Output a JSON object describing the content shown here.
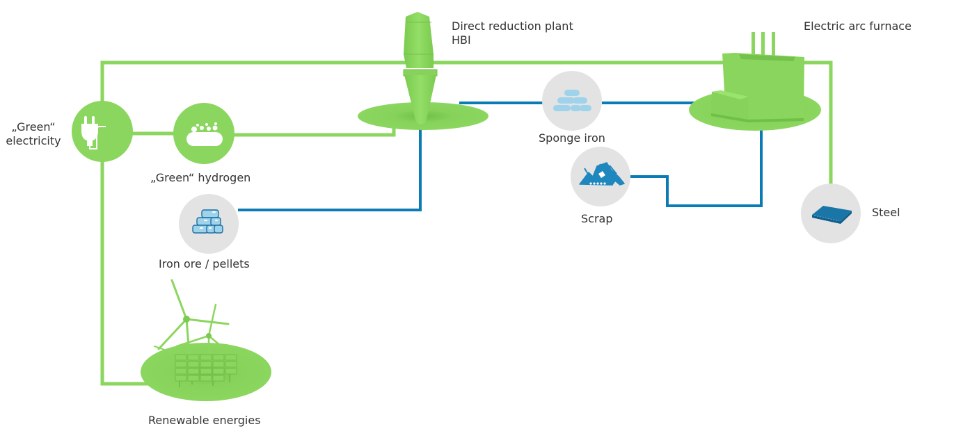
{
  "diagram": {
    "title": "Green hydrogen steelmaking process",
    "colors": {
      "green": "#8bd65e",
      "green_dark": "#6fbf48",
      "blue": "#0a7bb5",
      "grey_circle": "#e3e3e3",
      "ice_blue": "#9fd3ec",
      "text": "#333333"
    },
    "nodes": {
      "electricity": {
        "label_line1": "„Green“",
        "label_line2": "electricity",
        "icon": "plug-icon"
      },
      "hydrogen": {
        "label": "„Green“ hydrogen",
        "icon": "hydrogen-bubbles-icon"
      },
      "iron_ore": {
        "label": "Iron ore / pellets",
        "icon": "pellet-stack-icon"
      },
      "renewables": {
        "label": "Renewable energies",
        "icon": "wind-solar-icon"
      },
      "dri_plant": {
        "label_line1": "Direct reduction plant",
        "label_line2": "HBI",
        "icon": "shaft-furnace-icon"
      },
      "sponge_iron": {
        "label": "Sponge iron",
        "icon": "briquettes-icon"
      },
      "scrap": {
        "label": "Scrap",
        "icon": "scrap-pile-icon"
      },
      "eaf": {
        "label": "Electric arc furnace",
        "icon": "arc-furnace-icon"
      },
      "steel": {
        "label": "Steel",
        "icon": "steel-slab-icon"
      }
    },
    "connections": [
      {
        "from": "electricity",
        "to": "hydrogen",
        "type": "energy"
      },
      {
        "from": "hydrogen",
        "to": "dri_plant",
        "type": "energy"
      },
      {
        "from": "electricity",
        "to": "eaf",
        "type": "energy"
      },
      {
        "from": "renewables",
        "to": "electricity",
        "type": "energy"
      },
      {
        "from": "iron_ore",
        "to": "dri_plant",
        "type": "material"
      },
      {
        "from": "dri_plant",
        "to": "sponge_iron",
        "type": "material"
      },
      {
        "from": "sponge_iron",
        "to": "eaf",
        "type": "material"
      },
      {
        "from": "scrap",
        "to": "eaf",
        "type": "material"
      },
      {
        "from": "eaf",
        "to": "steel",
        "type": "energy"
      }
    ]
  }
}
